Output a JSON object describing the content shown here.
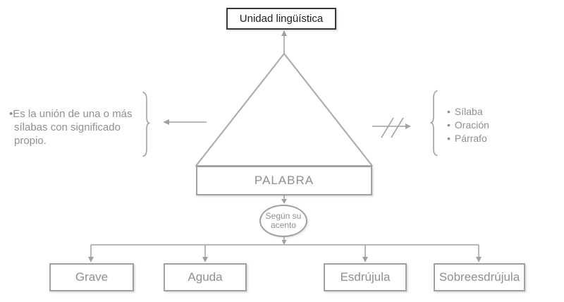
{
  "diagram": {
    "title_box": {
      "label": "Unidad lingüística"
    },
    "pyramid": {
      "label": "PALABRA"
    },
    "left_note": {
      "lines": [
        "•Es la unión de una o más",
        "sílabas con significado",
        "propio."
      ]
    },
    "right_list": {
      "bullet": "•",
      "items": [
        "Sílaba",
        "Oración",
        "Párrafo"
      ]
    },
    "criterion": {
      "lines": [
        "Según su",
        "acento"
      ]
    },
    "categories": [
      {
        "label": "Grave"
      },
      {
        "label": "Aguda"
      },
      {
        "label": "Esdrújula"
      },
      {
        "label": "Sobreesdrújula"
      }
    ],
    "colors": {
      "background": "#ffffff",
      "shape_stroke": "#a8a8a8",
      "connector": "#a0a0a0",
      "gray_text": "#8f8f8f",
      "title_border": "#383838",
      "title_text": "#1e1e1e"
    }
  }
}
